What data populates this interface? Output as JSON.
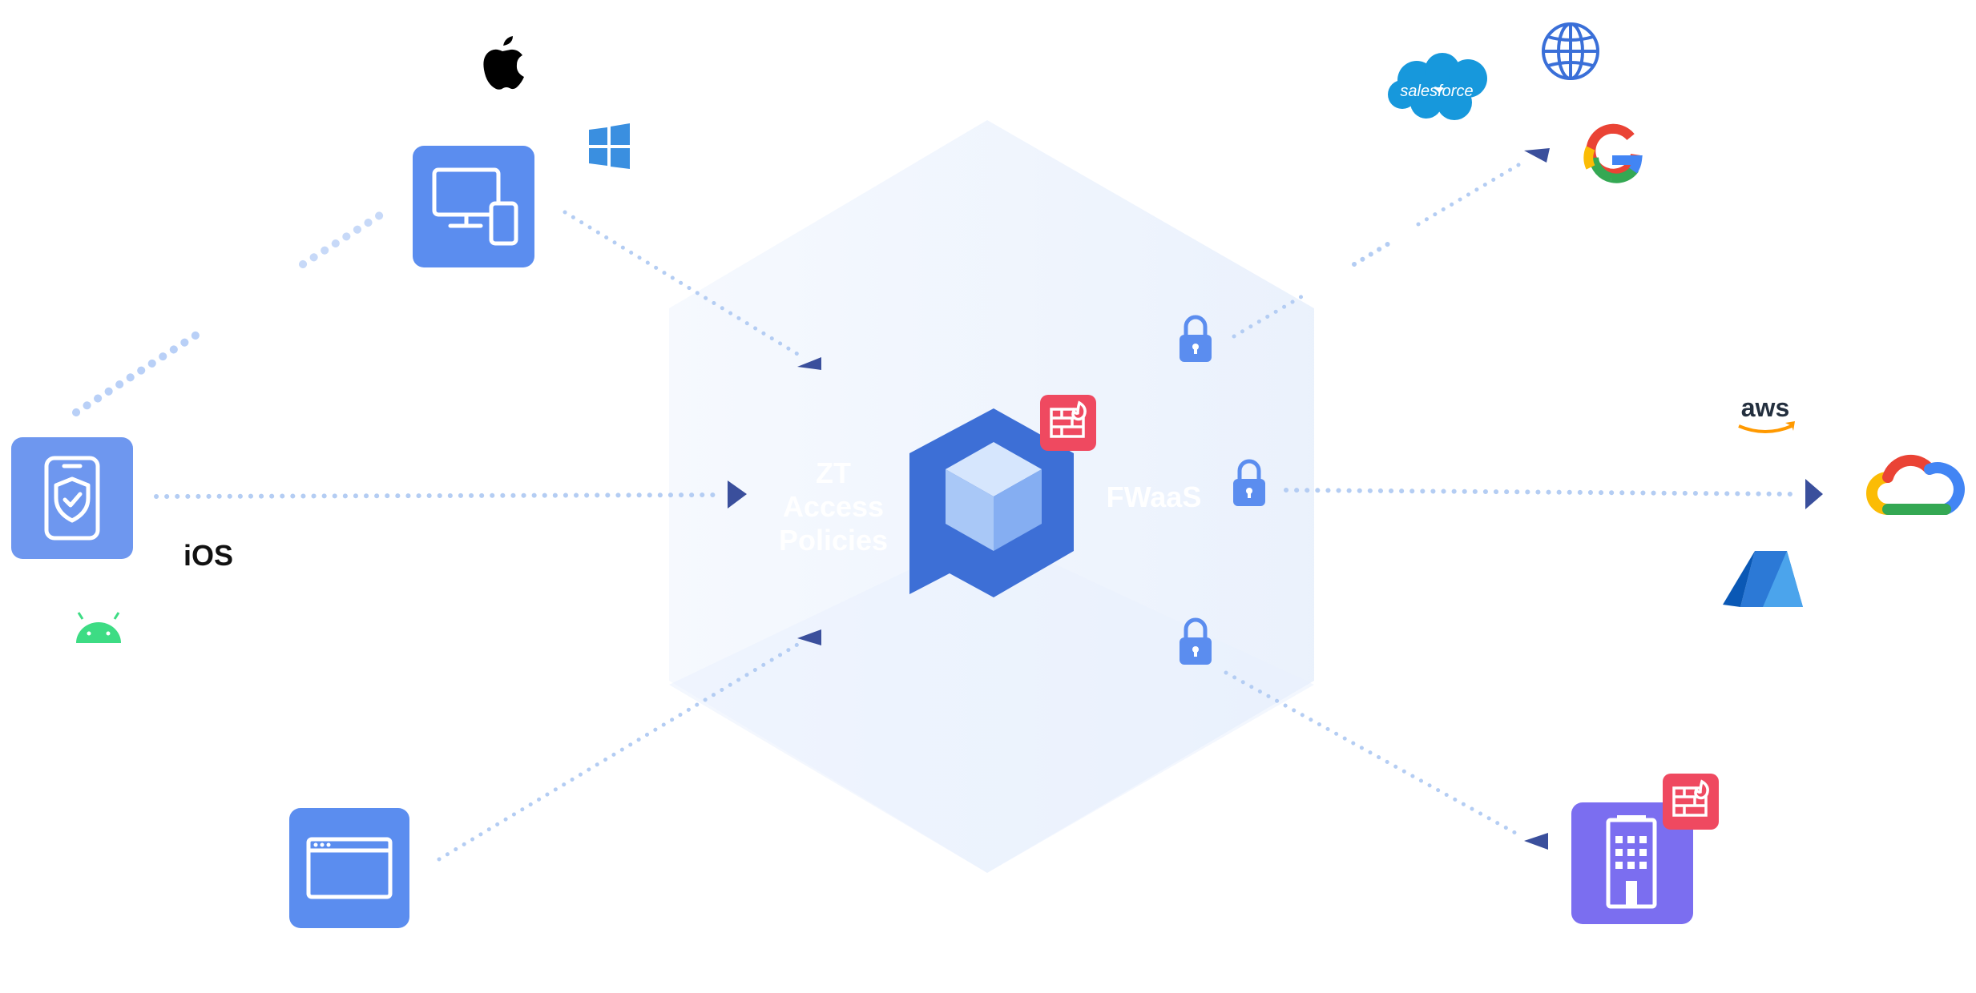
{
  "labels": {
    "ios": "iOS",
    "zt_line1": "ZT",
    "zt_line2": "Access",
    "zt_line3": "Policies",
    "fwaas": "FWaaS"
  },
  "logos": {
    "salesforce": "salesforce",
    "aws": "aws"
  },
  "icons": [
    "apple-icon",
    "windows-icon",
    "android-icon",
    "desktop-mobile-icon",
    "mobile-shield-icon",
    "browser-window-icon",
    "office-building-icon",
    "firewall-icon",
    "lock-icon",
    "globe-icon",
    "google-icon",
    "salesforce-icon",
    "aws-icon",
    "google-cloud-icon",
    "azure-icon",
    "hub-cube-logo-icon"
  ],
  "colors": {
    "node_blue": "#5b8def",
    "node_blue_light": "#6e97ef",
    "building_purple": "#7b6ef0",
    "firewall_red": "#ef4960",
    "hub_blue": "#3d6fd6",
    "arrow_dark": "#3a4f9c",
    "dot_blue": "#9cbdf2",
    "hex_bg": "#eef4fd",
    "android_green": "#3ddc84",
    "globe_blue": "#3a6fd8"
  }
}
